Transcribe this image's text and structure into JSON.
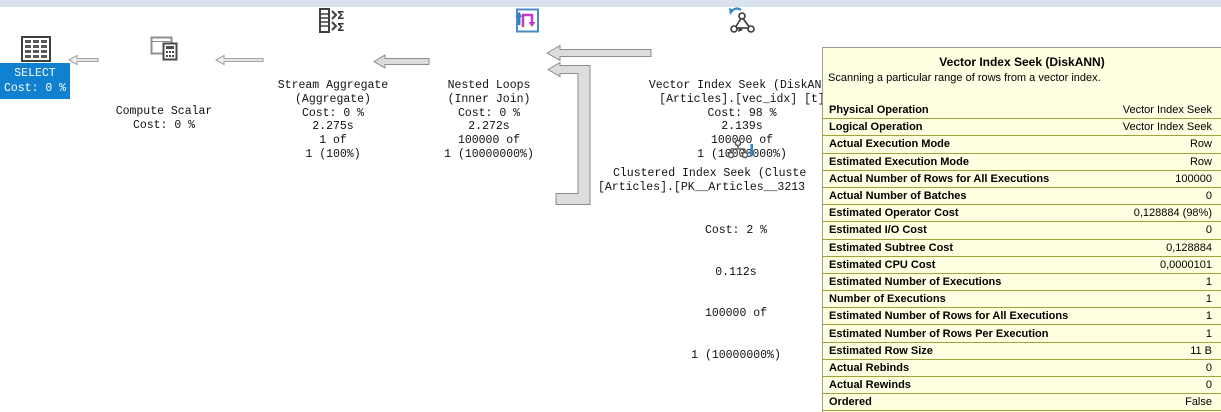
{
  "colors": {
    "select_highlight": "#1081d0",
    "tooltip_bg": "#ffffe1",
    "tooltip_separator": "#a3a33c",
    "top_strip": "#d9e3f0",
    "arrow_fill": "#dcdcdc",
    "arrow_stroke": "#8c8c8c"
  },
  "icons": {
    "select": "result-grid-icon",
    "compute_scalar": "compute-scalar-icon",
    "stream_aggregate": "stream-aggregate-icon",
    "nested_loops": "nested-loops-icon",
    "vector_index_seek": "vector-index-seek-icon",
    "clustered_index_seek": "clustered-index-seek-icon"
  },
  "plan": {
    "nodes": {
      "select": {
        "lines": [
          "SELECT",
          "Cost: 0 %"
        ]
      },
      "compute_scalar": {
        "lines": [
          "Compute Scalar",
          "Cost: 0 %"
        ]
      },
      "stream_aggregate": {
        "lines": [
          "Stream Aggregate",
          "(Aggregate)",
          "Cost: 0 %",
          "2.275s",
          "1 of",
          "1 (100%)"
        ]
      },
      "nested_loops": {
        "lines": [
          "Nested Loops",
          "(Inner Join)",
          "Cost: 0 %",
          "2.272s",
          "100000 of",
          "1 (10000000%)"
        ]
      },
      "vector_index_seek": {
        "lines": [
          "Vector Index Seek (DiskANN)",
          "[Articles].[vec_idx] [t]",
          "Cost: 98 %",
          "2.139s",
          "100000 of",
          "1 (10000000%)"
        ]
      },
      "clustered_index_seek": {
        "lines": [
          "Clustered Index Seek (Cluste",
          "[Articles].[PK__Articles__3213",
          "Cost: 2 %",
          "0.112s",
          "100000 of",
          "1 (10000000%)"
        ]
      }
    }
  },
  "tooltip": {
    "title": "Vector Index Seek (DiskANN)",
    "description": "Scanning a particular range of rows from a vector index.",
    "rows": [
      {
        "label": "Physical Operation",
        "value": "Vector Index Seek"
      },
      {
        "label": "Logical Operation",
        "value": "Vector Index Seek"
      },
      {
        "label": "Actual Execution Mode",
        "value": "Row"
      },
      {
        "label": "Estimated Execution Mode",
        "value": "Row"
      },
      {
        "label": "Actual Number of Rows for All Executions",
        "value": "100000"
      },
      {
        "label": "Actual Number of Batches",
        "value": "0"
      },
      {
        "label": "Estimated Operator Cost",
        "value": "0,128884 (98%)"
      },
      {
        "label": "Estimated I/O Cost",
        "value": "0"
      },
      {
        "label": "Estimated Subtree Cost",
        "value": "0,128884"
      },
      {
        "label": "Estimated CPU Cost",
        "value": "0,0000101"
      },
      {
        "label": "Estimated Number of Executions",
        "value": "1"
      },
      {
        "label": "Number of Executions",
        "value": "1"
      },
      {
        "label": "Estimated Number of Rows for All Executions",
        "value": "1"
      },
      {
        "label": "Estimated Number of Rows Per Execution",
        "value": "1"
      },
      {
        "label": "Estimated Row Size",
        "value": "11 B"
      },
      {
        "label": "Actual Rebinds",
        "value": "0"
      },
      {
        "label": "Actual Rewinds",
        "value": "0"
      },
      {
        "label": "Ordered",
        "value": "False"
      }
    ]
  }
}
